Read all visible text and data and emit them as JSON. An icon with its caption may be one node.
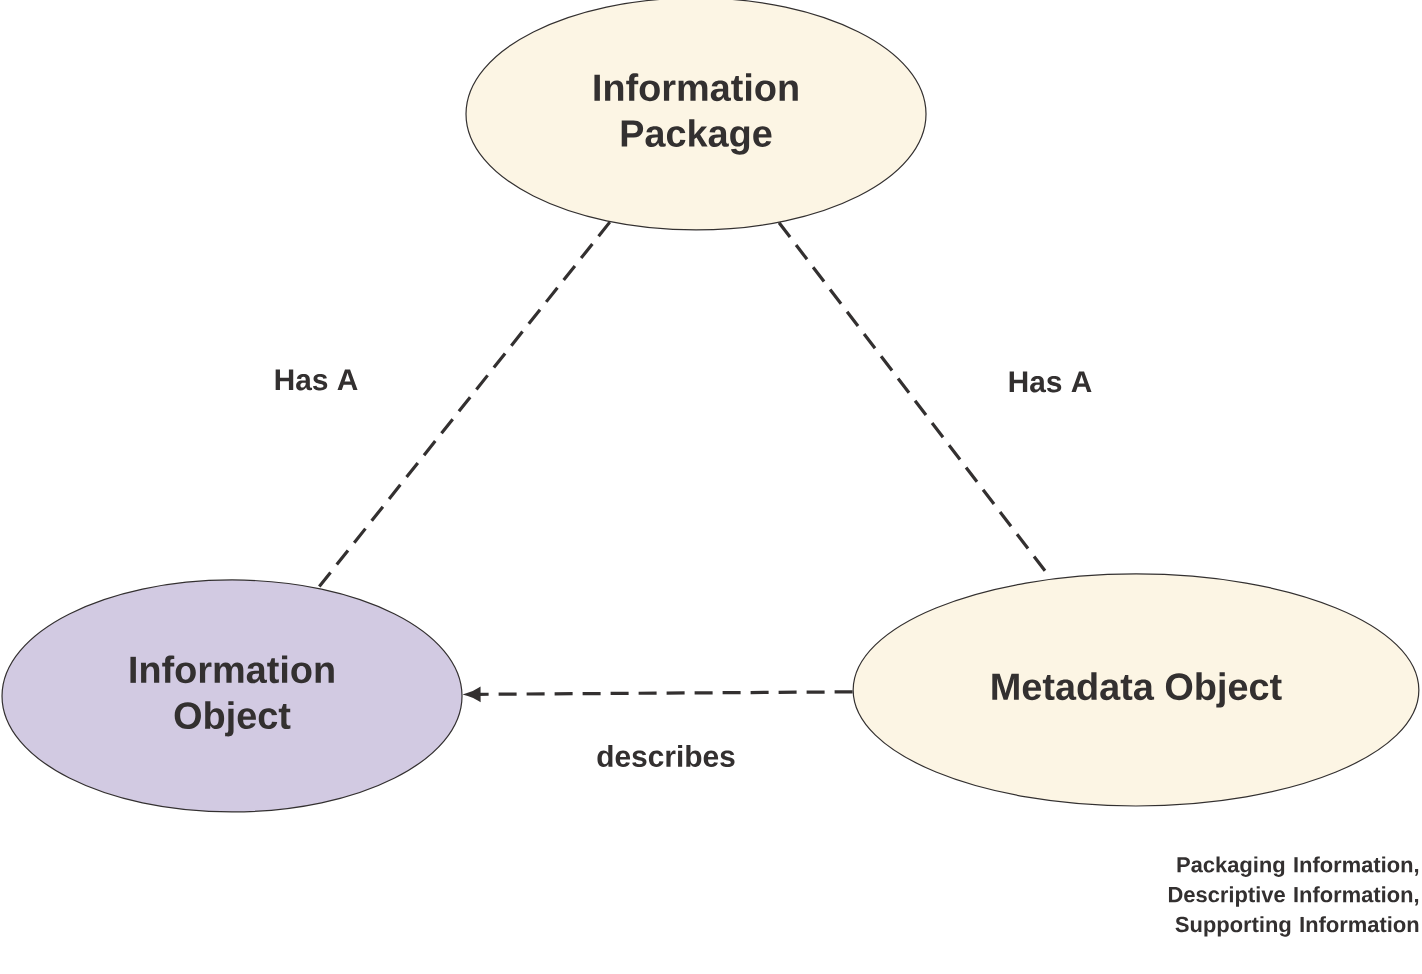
{
  "diagram": {
    "nodes": [
      {
        "text": [
          "Information Package"
        ]
      },
      {
        "text": [
          "Information Object"
        ]
      },
      {
        "text": [
          "Metadata Object"
        ],
        "beside": [
          "Packaging Information, Descriptive Information, Supporting Information"
        ]
      }
    ],
    "edges": [
      {
        "from": 0,
        "to": 1,
        "arrow": "none",
        "style": "dashed",
        "label": "Has A"
      },
      {
        "from": 0,
        "to": 2,
        "arrow": "none",
        "style": "dashed",
        "label": "Has A"
      },
      {
        "from": 2,
        "to": 1,
        "arrow": "to",
        "style": "dashed",
        "label": "describes"
      }
    ]
  }
}
